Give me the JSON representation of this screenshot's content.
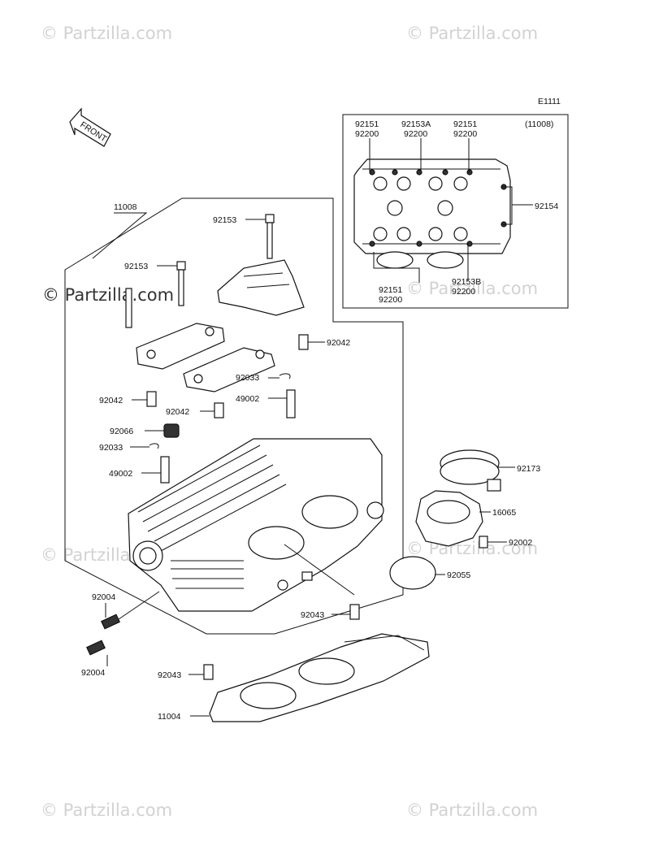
{
  "diagram": {
    "figure_code": "E1111",
    "front_label": "FRONT",
    "inset_ref": "(11008)",
    "parts": {
      "p11008": "11008",
      "p92153_top": "92153",
      "p92153_left": "92153",
      "p92042_right": "92042",
      "p92033_right": "92033",
      "p49002_right": "49002",
      "p92042_left": "92042",
      "p92042_mid": "92042",
      "p92066": "92066",
      "p92033_left": "92033",
      "p49002_left": "49002",
      "p92173": "92173",
      "p16065": "16065",
      "p92002": "92002",
      "p92055": "92055",
      "p92004_top": "92004",
      "p92004_bottom": "92004",
      "p92043_right": "92043",
      "p92043_left": "92043",
      "p11004": "11004"
    },
    "inset_parts": {
      "c1_a": "92151",
      "c1_b": "92200",
      "c2_a": "92153A",
      "c2_b": "92200",
      "c3_a": "92151",
      "c3_b": "92200",
      "r1": "92154",
      "b1_a": "92151",
      "b1_b": "92200",
      "b2_a": "92153B",
      "b2_b": "92200"
    }
  },
  "watermarks": {
    "w1": "© Partzilla.com",
    "w2": "© Partzilla.com",
    "w3": "© Partzilla.com",
    "w4": "© Partzilla.com",
    "w5": "© Partzilla.com",
    "w6": "© Partzilla.com",
    "w7": "© Partzilla.com",
    "w8": "© Partzilla.com"
  }
}
